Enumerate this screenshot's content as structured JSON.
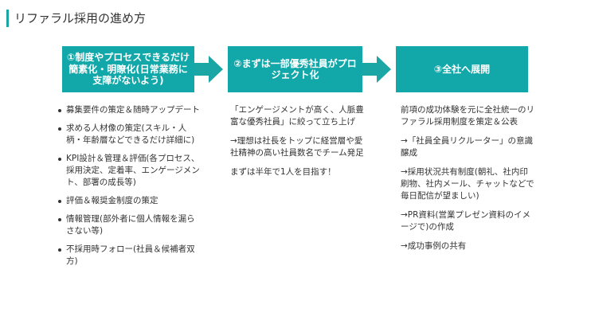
{
  "title": "リファラル採用の進め方",
  "colors": {
    "accent": "#12a8aa",
    "arrow": "#1ba6a6",
    "text": "#333333"
  },
  "steps": [
    {
      "label": "①制度やプロセスできるだけ簡素化・明瞭化(日常業務に支障がないよう)"
    },
    {
      "label": "②まずは一部優秀社員がプロジェクト化"
    },
    {
      "label": "③全社へ展開"
    }
  ],
  "columns": {
    "col1": {
      "items": [
        "募集要件の策定＆随時アップデート",
        "求める人材像の策定(スキル・人柄・年齢層などできるだけ詳細に)",
        "KPI設計＆管理＆評価(各プロセス、採用決定、定着率、エンゲージメント、部署の成長等)",
        "評価＆報奨金制度の策定",
        "情報管理(部外者に個人情報を漏らさない等)",
        "不採用時フォロー(社員＆候補者双方)"
      ]
    },
    "col2": {
      "paragraphs": [
        "「エンゲージメントが高く、人脈豊富な優秀社員」に絞って立ち上げ",
        "→理想は社長をトップに経営層や愛社精神の高い社員数名でチーム発足",
        "まずは半年で1人を目指す！"
      ]
    },
    "col3": {
      "paragraphs": [
        "前項の成功体験を元に全社統一のリファラル採用制度を策定＆公表",
        "→「社員全員リクルーター」の意識醸成",
        "→採用状況共有制度(朝礼、社内印刷物、社内メール、チャットなどで毎日配信が望ましい)",
        "→PR資料(営業プレゼン資料のイメージで)の作成",
        "→成功事例の共有"
      ]
    }
  }
}
